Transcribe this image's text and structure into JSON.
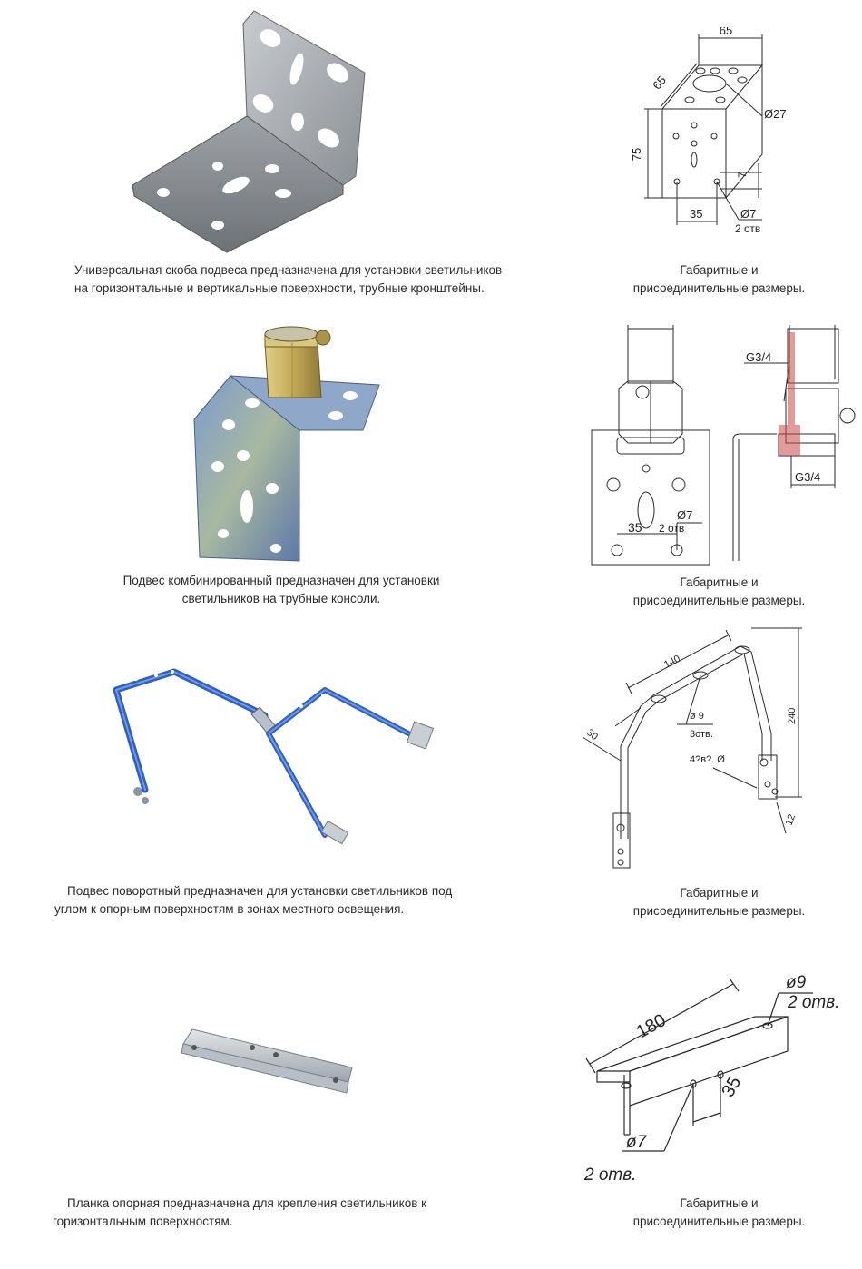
{
  "products": [
    {
      "description": "Универсальная скоба подвеса предназначена для установки светильников на горизонтальные и вертикальные поверхности, трубные кронштейны.",
      "desc_lines": [
        "Универсальная скоба подвеса предназначена для установки светильников",
        "на горизонтальные и вертикальные поверхности, трубные кронштейны."
      ],
      "drawing_caption_lines": [
        "Габаритные и",
        "присоединительные размеры."
      ],
      "dims": {
        "top": "65",
        "side": "65",
        "height": "75",
        "big_hole": "Ø27",
        "small_gap": "7",
        "spacing": "35",
        "hole": "Ø7",
        "hole_count": "2 отв"
      }
    },
    {
      "description": "Подвес комбинированный предназначен для установки светильников на трубные консоли.",
      "desc_lines": [
        "Подвес комбинированный предназначен для установки",
        "светильников на трубные консоли."
      ],
      "drawing_caption_lines": [
        "Габаритные и",
        "присоединительные размеры."
      ],
      "dims": {
        "thread_top": "G3/4",
        "thread_bottom": "G3/4",
        "hole": "Ø7",
        "hole_count": "2  отв",
        "spacing": "35"
      }
    },
    {
      "description": "Подвес поворотный предназначен для установки светильников под углом к опорным поверхностям в зонах местного освещения.",
      "desc_lines": [
        "Подвес поворотный предназначен для установки светильников под",
        "углом к опорным поверхностям в зонах местного освещения."
      ],
      "drawing_caption_lines": [
        "Габаритные и",
        "присоединительные размеры."
      ],
      "dims": {
        "width": "140",
        "height": "240",
        "depth": "30",
        "hole": "ø 9",
        "hole_count": "3отв.",
        "side_holes": "4?в?.  Ø",
        "tab": "12"
      }
    },
    {
      "description": "Планка опорная предназначена для крепления светильников к горизонтальным поверхностям.",
      "desc_lines": [
        "Планка опорная предназначена для крепления светильников к",
        "горизонтальным поверхностям."
      ],
      "drawing_caption_lines": [
        "Габаритные и",
        "присоединительные размеры."
      ],
      "dims": {
        "length": "180",
        "top_hole": "ø9",
        "top_count": "2 отв.",
        "spacing": "35",
        "bottom_hole": "ø7",
        "bottom_count": "2 отв."
      }
    }
  ],
  "colors": {
    "steel": "#a9adb1",
    "steel_dark": "#6e7378",
    "zinc_blue": "#5a7fb8",
    "brass": "#c9b46a",
    "strap_blue": "#3f6fd1",
    "line": "#2a2a2a"
  }
}
